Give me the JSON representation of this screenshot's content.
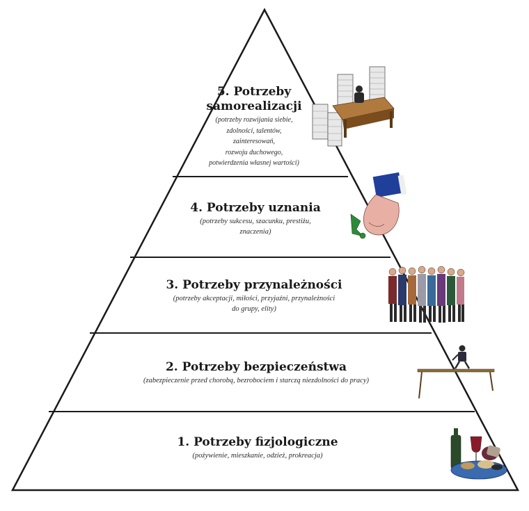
{
  "levels": [
    {
      "number": "5.",
      "title": "5. Potrzeby samorealizacji",
      "title_line1": "5. Potrzeby",
      "title_line2": "samorealizacji",
      "description_lines": [
        "(potrzeby rozwijania siebie,",
        "zdolności, talentów,",
        "zainteresowań,",
        "rozwoju duchowego,",
        "potwierdzenia własnej wartości)"
      ],
      "illustration": "office-desk-paper-stacks-icon"
    },
    {
      "number": "4.",
      "title": "4. Potrzeby uznania",
      "description_lines": [
        "(potrzeby sukcesu, szacunku, prestiżu,",
        "znaczenia)"
      ],
      "illustration": "hand-holding-money-icon"
    },
    {
      "number": "3.",
      "title": "3. Potrzeby przynależności",
      "description_lines": [
        "(potrzeby akceptacji, miłości, przyjaźni, przynależności",
        "do grupy, elity)"
      ],
      "illustration": "group-of-people-icon"
    },
    {
      "number": "2.",
      "title": "2. Potrzeby bezpieczeństwa",
      "description_lines": [
        "(zabezpieczenie przed chorobą, bezrobociem i starczą niezdolności do pracy)"
      ],
      "illustration": "person-on-bench-icon"
    },
    {
      "number": "1.",
      "title": "1. Potrzeby fizjologiczne",
      "description_lines": [
        "(pożywienie, mieszkanie, odzież, prokreacja)"
      ],
      "illustration": "food-and-wine-icon"
    }
  ],
  "colors": {
    "background": "#ffffff",
    "outline": "#1a1a1a",
    "text": "#1a1a1a"
  }
}
